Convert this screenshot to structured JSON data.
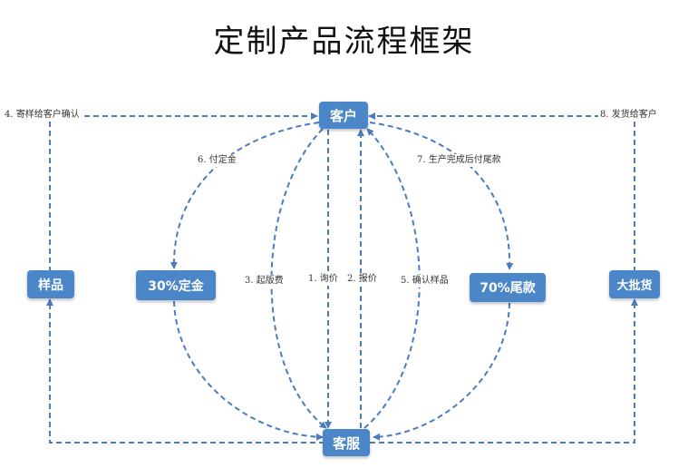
{
  "title": "定制产品流程框架",
  "nodes": {
    "customer": "客户",
    "service": "客服",
    "sample": "样品",
    "deposit30": "30%定金",
    "balance70": "70%尾款",
    "bulk": "大批货"
  },
  "labels": {
    "inquiry": "1. 询价",
    "quote": "2. 报价",
    "setup_fee": "3. 起版费",
    "send_sample": "4. 寄样给客户确认",
    "confirm_sample": "5. 确认样品",
    "pay_deposit": "6. 付定金",
    "pay_balance": "7. 生产完成后付尾款",
    "ship": "8. 发货给客户"
  },
  "colors": {
    "box": "#4a86c8",
    "line": "#4a7cc0"
  }
}
